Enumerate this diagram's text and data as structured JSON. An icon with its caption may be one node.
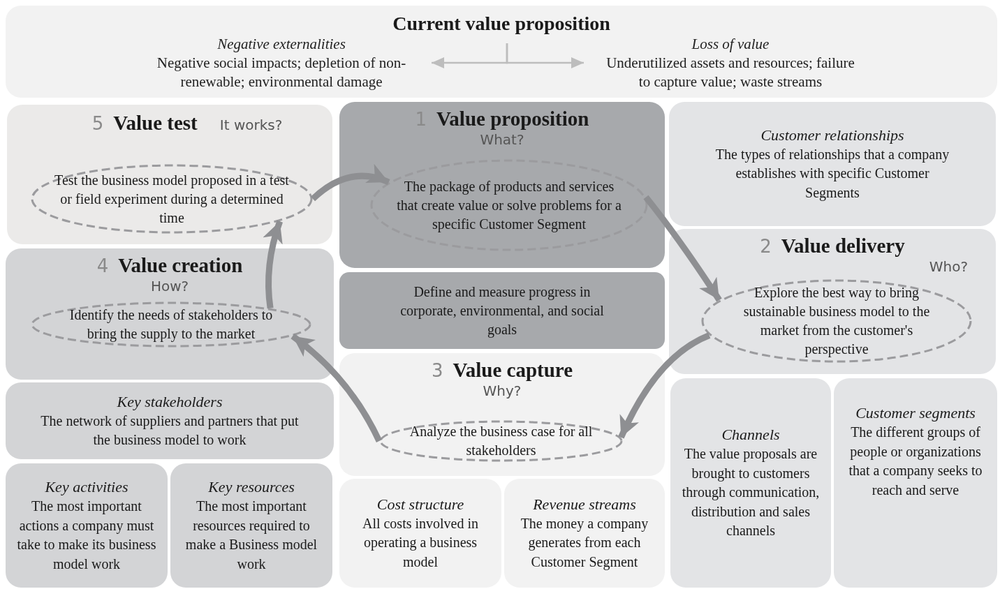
{
  "diagram": {
    "nodes": [
      {
        "text": [
          "Current value proposition"
        ]
      },
      {
        "text": [
          "Negative externalities",
          "Negative social impacts; depletion of non-renewable; environmental damage"
        ],
        "in": 0
      },
      {
        "text": [
          "Loss of value",
          "Underutilized assets and resources; failure to capture value; waste streams"
        ],
        "in": 0
      },
      {
        "text": [
          "5",
          "Value test",
          "It works?"
        ]
      },
      {
        "text": [
          "Test the business model proposed in a test or field experiment during a determined time"
        ],
        "in": 3
      },
      {
        "text": [
          "1",
          "Value proposition",
          "What?"
        ]
      },
      {
        "text": [
          "The package of products and services that create value or solve problems for a specific Customer Segment"
        ],
        "in": 5
      },
      {
        "text": [
          "Customer relationships",
          "The types of relationships that a company establishes with specific Customer Segments"
        ]
      },
      {
        "text": [
          "4",
          "Value creation",
          "How?"
        ]
      },
      {
        "text": [
          "Identify the needs of stakeholders to bring the supply to the market"
        ],
        "in": 8
      },
      {
        "text": [
          "Define and measure progress in corporate, environmental, and social goals"
        ]
      },
      {
        "text": [
          "2",
          "Value delivery",
          "Who?"
        ]
      },
      {
        "text": [
          "Explore the best way to bring sustainable business model to the market from the customer's perspective"
        ],
        "in": 11
      },
      {
        "text": [
          "3",
          "Value capture",
          "Why?"
        ]
      },
      {
        "text": [
          "Analyze the business case for all stakeholders"
        ],
        "in": 13
      },
      {
        "text": [
          "Key stakeholders",
          "The network of suppliers and partners that put the business model to work"
        ]
      },
      {
        "text": [
          "Key activities",
          "The most important actions a company must take to make its business model work"
        ]
      },
      {
        "text": [
          "Key resources",
          "The most important resources required to make a Business model work"
        ]
      },
      {
        "text": [
          "Cost structure",
          "All costs involved in operating a business model"
        ]
      },
      {
        "text": [
          "Revenue streams",
          "The money a company generates from each Customer Segment"
        ]
      },
      {
        "text": [
          "Channels",
          "The value proposals are brought to customers through communication, distribution and sales channels"
        ]
      },
      {
        "text": [
          "Customer segments",
          "The different groups of people or organizations that a company seeks to reach and serve"
        ]
      }
    ],
    "edges": [
      {
        "from": null,
        "to": 1,
        "arrow": "to",
        "color": "#bdbdbd"
      },
      {
        "from": null,
        "to": 2,
        "arrow": "to",
        "color": "#bdbdbd"
      },
      {
        "from": 4,
        "to": 6,
        "arrow": "to"
      },
      {
        "from": 6,
        "to": 12,
        "arrow": "to"
      },
      {
        "from": 12,
        "to": 14,
        "arrow": "to"
      },
      {
        "from": 14,
        "to": 9,
        "arrow": "to"
      },
      {
        "from": 9,
        "to": 4,
        "arrow": "to"
      }
    ]
  }
}
